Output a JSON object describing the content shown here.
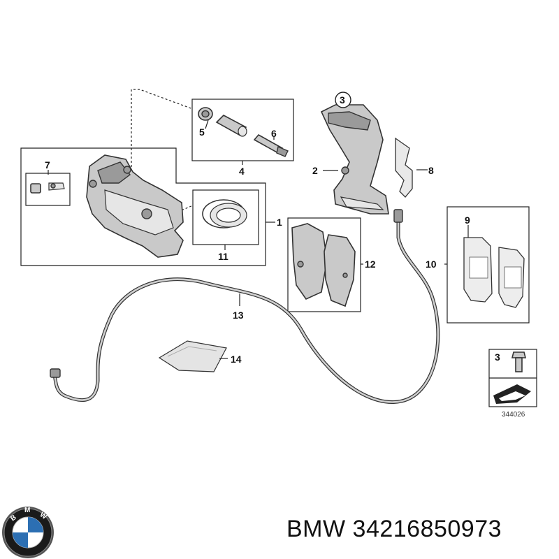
{
  "callouts": {
    "c1": "1",
    "c2": "2",
    "c3": "3",
    "c4": "4",
    "c5": "5",
    "c6": "6",
    "c7": "7",
    "c8": "8",
    "c9": "9",
    "c10": "10",
    "c11": "11",
    "c12": "12",
    "c13": "13",
    "c14": "14",
    "c3_legend": "3"
  },
  "diagram_number": "344026",
  "brand": {
    "logo_letters": "BMW",
    "part_caption": "BMW 34216850973"
  },
  "icons": {
    "logo": "bmw-roundel-icon",
    "torque_arrow": "torque-arrow-icon"
  }
}
